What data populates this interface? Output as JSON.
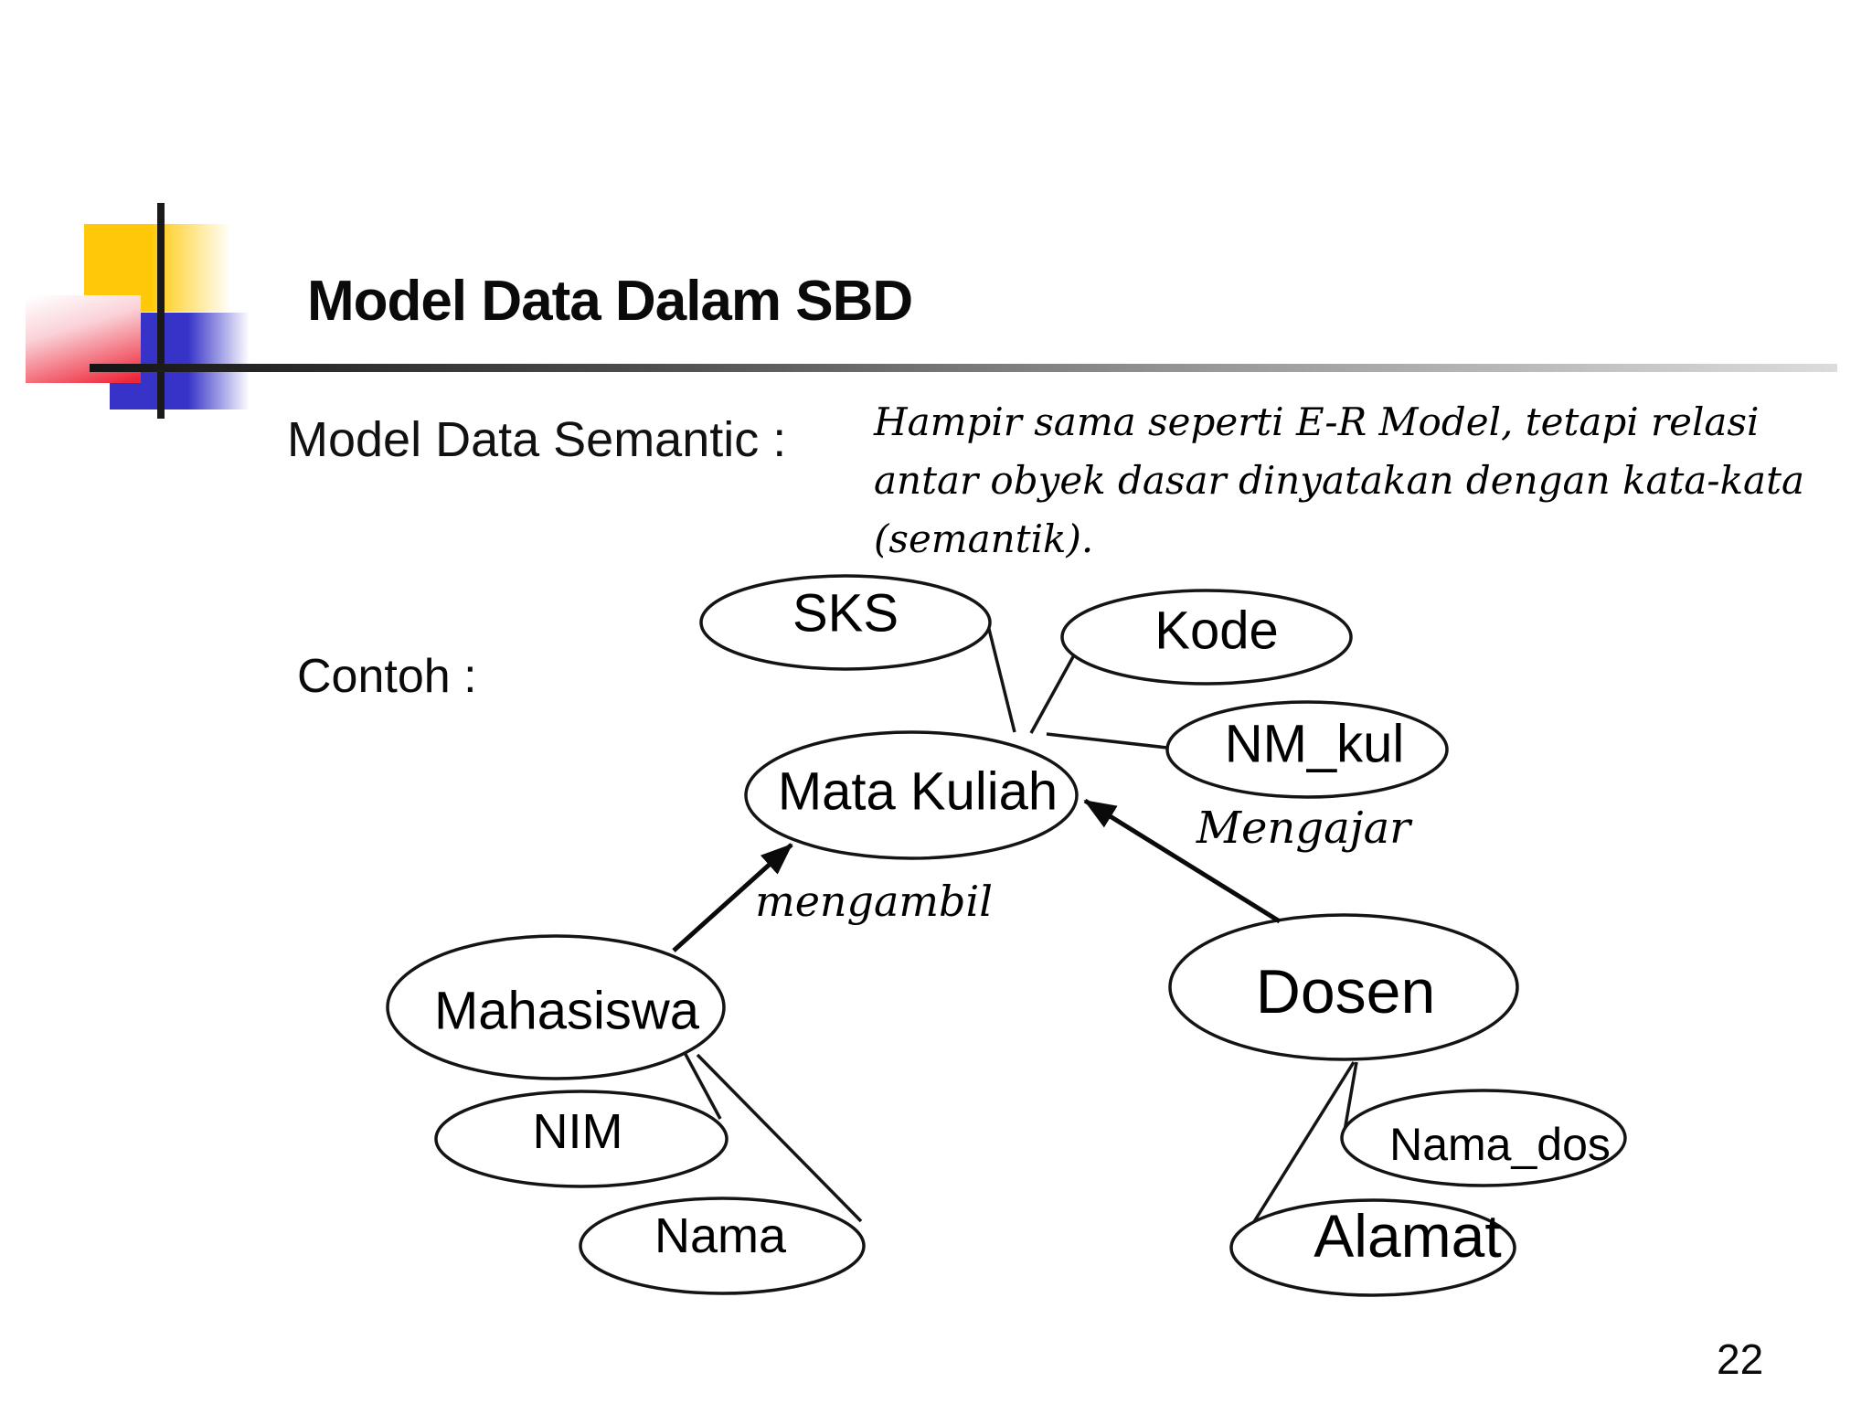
{
  "slide": {
    "title": "Model Data Dalam SBD",
    "page_number": "22",
    "colors": {
      "accent_yellow": "#FFC808",
      "accent_blue": "#3733C8",
      "accent_red": "#EE2638",
      "line_color": "#1A1A1A"
    }
  },
  "intro": {
    "label": "Model Data Semantic :",
    "description_line1": "Hampir sama seperti E-R Model, tetapi relasi",
    "description_line2": "antar obyek dasar dinyatakan dengan kata-kata",
    "description_line3": "(semantik).",
    "example_label": "Contoh :"
  },
  "diagram": {
    "entities": {
      "mata_kuliah": "Mata Kuliah",
      "mahasiswa": "Mahasiswa",
      "dosen": "Dosen"
    },
    "attributes": {
      "sks": "SKS",
      "kode": "Kode",
      "nm_kul": "NM_kul",
      "nim": "NIM",
      "nama": "Nama",
      "nama_dos": "Nama_dos",
      "alamat": "Alamat"
    },
    "relations": {
      "mengambil": "mengambil",
      "mengajar": "Mengajar"
    }
  }
}
